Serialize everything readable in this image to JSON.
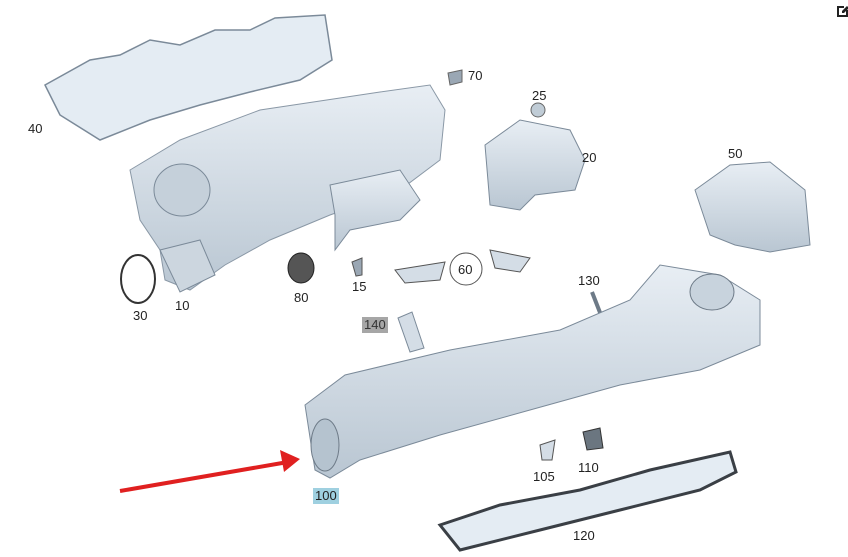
{
  "labels": {
    "p70": "70",
    "p25": "25",
    "p40": "40",
    "p20": "20",
    "p50": "50",
    "p10": "10",
    "p30": "30",
    "p80": "80",
    "p15": "15",
    "p60": "60",
    "p130": "130",
    "p140": "140",
    "p100": "100",
    "p105": "105",
    "p110": "110",
    "p120": "120"
  },
  "colors": {
    "part": "#d4dde6",
    "arrow": "#e02020",
    "highlight_140": "#a6a6a6",
    "highlight_100": "#9fd0e0"
  },
  "icons": {
    "top_right": "edit-icon"
  }
}
